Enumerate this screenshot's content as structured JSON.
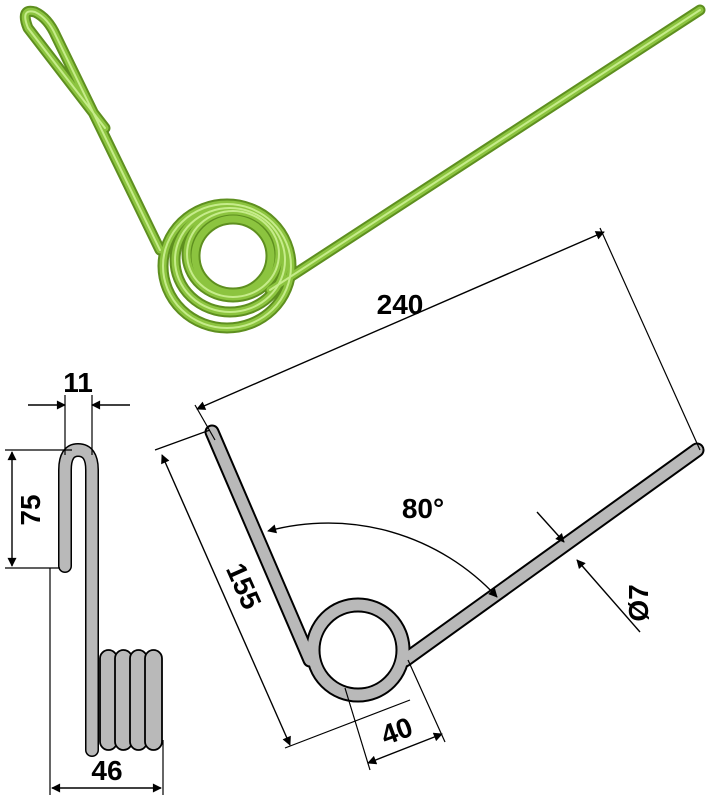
{
  "colors": {
    "spring_green": "#8cc43f",
    "spring_green_dark": "#5e8f1f",
    "spring_green_light": "#c6ec8a",
    "drawing_fill": "#b9b9b9",
    "drawing_stroke": "#000000",
    "background": "#ffffff"
  },
  "side_view": {
    "dims": {
      "gap": "11",
      "hook_height": "75",
      "coil_width": "46"
    }
  },
  "main_view": {
    "dims": {
      "long_arm": "240",
      "short_arm": "155",
      "angle": "80°",
      "diameter": "Ø7",
      "coil": "40"
    }
  }
}
